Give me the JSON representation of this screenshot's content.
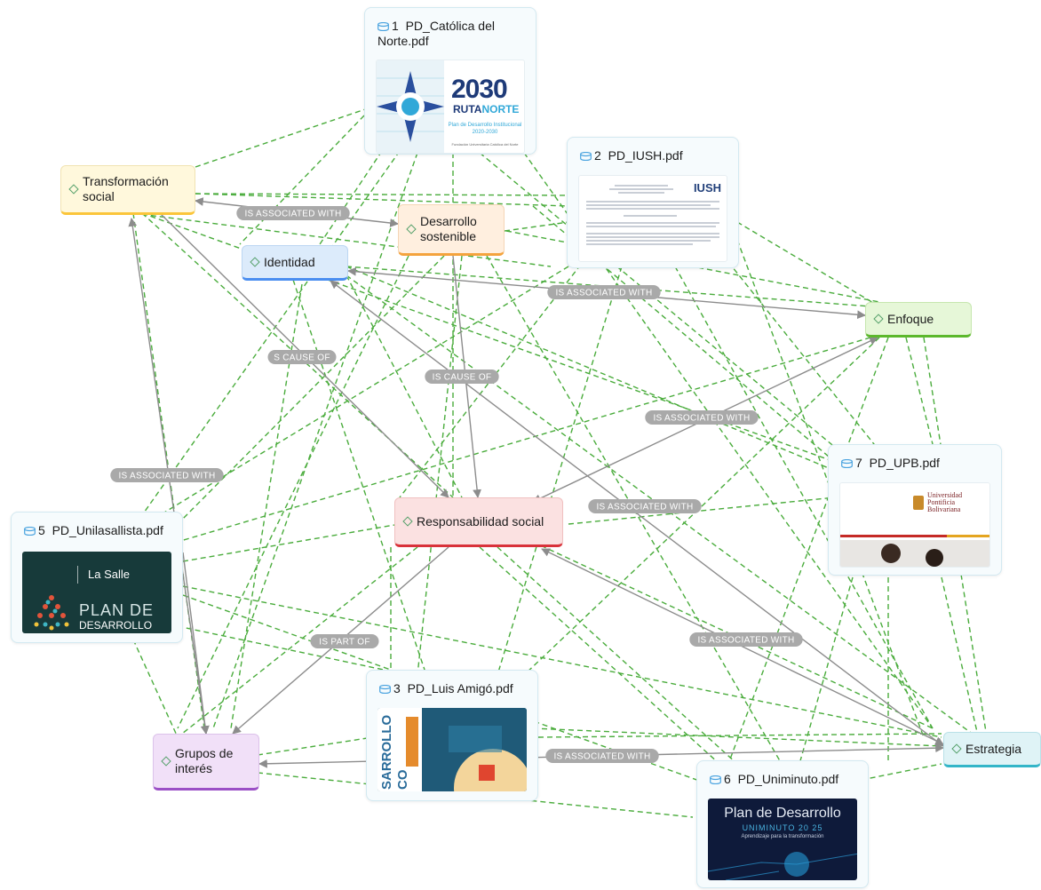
{
  "documents": {
    "catolica": {
      "number": "1",
      "name": "PD_Católica del Norte.pdf"
    },
    "iush": {
      "number": "2",
      "name": "PD_IUSH.pdf"
    },
    "amigo": {
      "number": "3",
      "name": "PD_Luis Amigó.pdf"
    },
    "unilasallista": {
      "number": "5",
      "name": "PD_Unilasallista.pdf"
    },
    "uniminuto": {
      "number": "6",
      "name": "PD_Uniminuto.pdf"
    },
    "upb": {
      "number": "7",
      "name": "PD_UPB.pdf"
    }
  },
  "concepts": {
    "transformacion": {
      "label_1": "Transformación",
      "label_2": "social",
      "color": "#fbc53a"
    },
    "desarrollo": {
      "label_1": "Desarrollo",
      "label_2": "sostenible",
      "color": "#f4a33d"
    },
    "identidad": {
      "label": "Identidad",
      "color": "#4a8ef0"
    },
    "enfoque": {
      "label": "Enfoque",
      "color": "#5cb82c"
    },
    "responsabilidad": {
      "label": "Responsabilidad social",
      "color": "#d9323a"
    },
    "grupos": {
      "label_1": "Grupos de",
      "label_2": "interés",
      "color": "#9b4fc6"
    },
    "estrategia": {
      "label": "Estrategia",
      "color": "#33b5c8"
    }
  },
  "thumbnails": {
    "catolica": {
      "year": "2030",
      "ruta": "RUTA",
      "norte": "NORTE",
      "plan": "Plan de Desarrollo Institucional",
      "years": "2020-2030",
      "footer": "Fundación Universitaria Católica del Norte"
    },
    "iush": {
      "logo": "IUSH"
    },
    "amigo": {
      "vertical_1": "SARROLLO",
      "vertical_2": "CO"
    },
    "unilasallista": {
      "brand": "La Salle",
      "plan": "PLAN DE",
      "desarrollo": "DESARROLLO"
    },
    "uniminuto": {
      "title": "Plan de Desarrollo",
      "sub": "UNIMINUTO 20 25",
      "tag": "Aprendizaje para la transformación"
    },
    "upb": {
      "line_1": "Universidad",
      "line_2": "Pontificia",
      "line_3": "Bolivariana"
    }
  },
  "relations": {
    "ttd": "IS ASSOCIATED WITH",
    "ie": "IS ASSOCIATED WITH",
    "cause1": "S CAUSE OF",
    "cause2": "IS CAUSE OF",
    "er": "IS ASSOCIATED WITH",
    "tg": "IS ASSOCIATED WITH",
    "ies": "IS ASSOCIATED WITH",
    "rg": "IS PART OF",
    "res": "IS ASSOCIATED WITH",
    "ges": "IS ASSOCIATED WITH"
  },
  "colors": {
    "mention_edge": "#4aac3c",
    "relation_edge": "#8c8c8c",
    "document_icon": "#4aa3df"
  }
}
